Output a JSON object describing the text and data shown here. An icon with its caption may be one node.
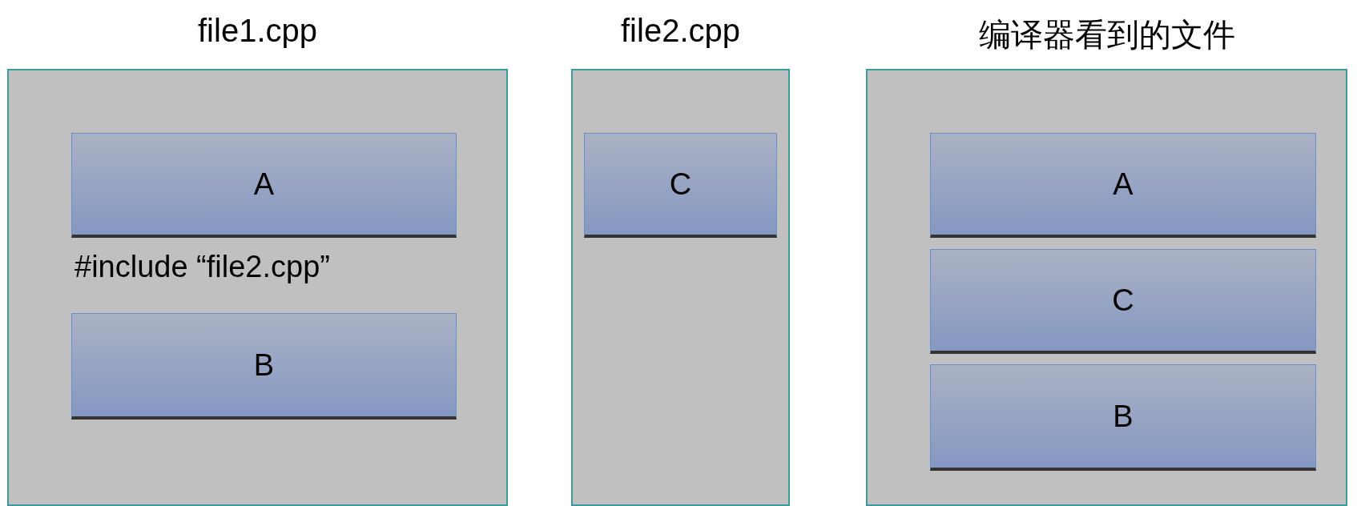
{
  "diagram": {
    "nodes": [
      {
        "text": [
          "file1.cpp"
        ]
      },
      {
        "text": [
          "A"
        ],
        "in": 0
      },
      {
        "text": [
          "B"
        ],
        "in": 0
      },
      {
        "text": [
          "file2.cpp"
        ]
      },
      {
        "text": [
          "C"
        ],
        "in": 3
      },
      {
        "text": [
          "编译器看到的文件"
        ]
      },
      {
        "text": [
          "A"
        ],
        "in": 5
      },
      {
        "text": [
          "C"
        ],
        "in": 5
      },
      {
        "text": [
          "B"
        ],
        "in": 5
      }
    ],
    "labels": [
      "#include “file2.cpp”"
    ]
  }
}
